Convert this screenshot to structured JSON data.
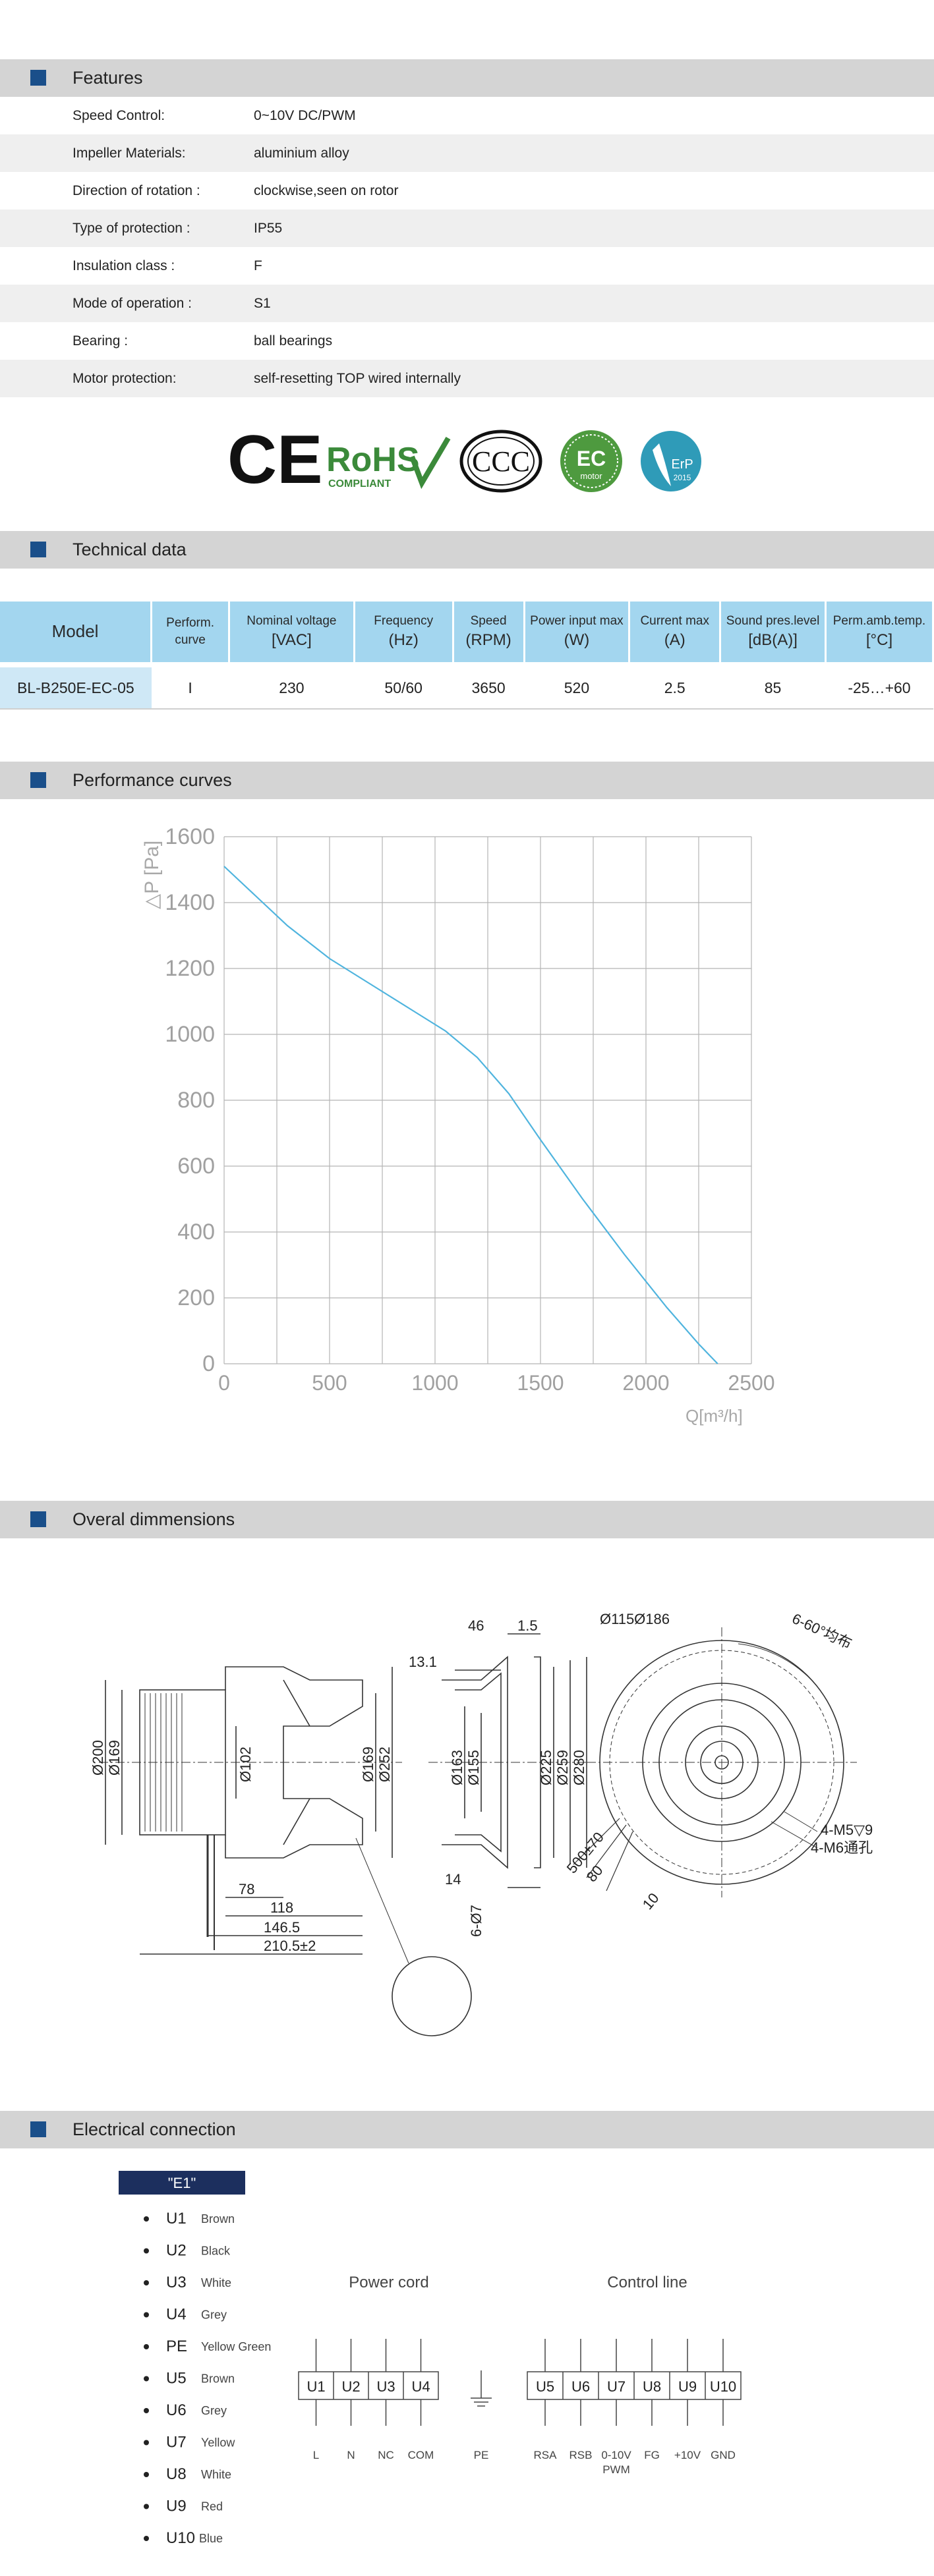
{
  "sections": {
    "features": "Features",
    "technical": "Technical data",
    "performance": "Performance curves",
    "dimensions": "Overal dimmensions",
    "electrical": "Electrical  connection"
  },
  "features": [
    {
      "label": "Speed Control:",
      "value": "0~10V DC/PWM"
    },
    {
      "label": "Impeller  Materials:",
      "value": "aluminium alloy"
    },
    {
      "label": "Direction  of  rotation  :",
      "value": "clockwise,seen on rotor"
    },
    {
      "label": "Type of protection  :",
      "value": "IP55"
    },
    {
      "label": "Insulation  class  :",
      "value": "F"
    },
    {
      "label": "Mode of operation  :",
      "value": "S1"
    },
    {
      "label": "Bearing :",
      "value": "ball  bearings"
    },
    {
      "label": "Motor protection:",
      "value": "self-resetting TOP wired internally"
    }
  ],
  "certs": {
    "ce": "CE",
    "rohs": "RoHS",
    "rohs_sub": "COMPLIANT",
    "ccc": "CCC",
    "ec": "EC",
    "ec_sub": "motor",
    "erp": "ErP",
    "erp_year": "2015"
  },
  "tech": {
    "headers": [
      {
        "l1": "Model",
        "l2": ""
      },
      {
        "l1": "Perform.",
        "l2": "curve"
      },
      {
        "l1": "Nominal  voltage",
        "l2": "[VAC]"
      },
      {
        "l1": "Frequency",
        "l2": "(Hz)"
      },
      {
        "l1": "Speed",
        "l2": "(RPM)"
      },
      {
        "l1": "Power input max",
        "l2": "(W)"
      },
      {
        "l1": "Current  max",
        "l2": "(A)"
      },
      {
        "l1": "Sound pres.level",
        "l2": "[dB(A)]"
      },
      {
        "l1": "Perm.amb.temp.",
        "l2": "[°C]"
      }
    ],
    "row": [
      "BL-B250E-EC-05",
      "I",
      "230",
      "50/60",
      "3650",
      "520",
      "2.5",
      "85",
      "-25…+60"
    ]
  },
  "chart_data": {
    "type": "line",
    "title": "",
    "xlabel": "Q[m³/h]",
    "ylabel": "△P [Pa]",
    "xlim": [
      0,
      2500
    ],
    "ylim": [
      0,
      1600
    ],
    "xticks": [
      "0",
      "500",
      "1000",
      "1500",
      "2000",
      "2500"
    ],
    "yticks": [
      "0",
      "200",
      "400",
      "600",
      "800",
      "1000",
      "1200",
      "1400",
      "1600"
    ],
    "grid": true,
    "color": "#4fb4de",
    "series": [
      {
        "x": [
          0,
          150,
          300,
          500,
          700,
          900,
          1050,
          1200,
          1350,
          1500,
          1700,
          1900,
          2100,
          2250,
          2340
        ],
        "y": [
          1510,
          1420,
          1330,
          1230,
          1150,
          1070,
          1010,
          930,
          820,
          680,
          500,
          330,
          170,
          60,
          0
        ]
      }
    ]
  },
  "dims": {
    "d200": "Ø200",
    "d169a": "Ø169",
    "d102": "Ø102",
    "d169b": "Ø169",
    "d252": "Ø252",
    "d163": "Ø163",
    "d155": "Ø155",
    "d225": "Ø225",
    "d259": "Ø259",
    "d280": "Ø280",
    "d46": "46",
    "d15": "1.5",
    "d131": "13.1",
    "d14": "14",
    "d6x7": "6-Ø7",
    "d78": "78",
    "d118": "118",
    "d1465": "146.5",
    "d2105": "210.5±2",
    "d115186": "Ø115Ø186",
    "d660": "6-60°均布",
    "d50070": "500±70",
    "d80": "80",
    "d10": "10",
    "m5": "4-M5▽9",
    "m6": "4-M6通孔"
  },
  "elec": {
    "badge": "\"E1\"",
    "wires": [
      {
        "code": "U1",
        "color": "Brown"
      },
      {
        "code": "U2",
        "color": "Black"
      },
      {
        "code": "U3",
        "color": "White"
      },
      {
        "code": "U4",
        "color": "Grey"
      },
      {
        "code": "PE",
        "color": "Yellow Green"
      },
      {
        "code": "U5",
        "color": "Brown"
      },
      {
        "code": "U6",
        "color": "Grey"
      },
      {
        "code": "U7",
        "color": "Yellow"
      },
      {
        "code": "U8",
        "color": "White"
      },
      {
        "code": "U9",
        "color": "Red"
      },
      {
        "code": "U10",
        "color": "Blue"
      }
    ],
    "power_title": "Power cord",
    "control_title": "Control line",
    "power_boxes": [
      "U1",
      "U2",
      "U3",
      "U4"
    ],
    "power_labels": [
      "L",
      "N",
      "NC",
      "COM"
    ],
    "pe_label": "PE",
    "control_boxes": [
      "U5",
      "U6",
      "U7",
      "U8",
      "U9",
      "U10"
    ],
    "control_labels": [
      "RSA",
      "RSB",
      "0-10V",
      "FG",
      "+10V",
      "GND"
    ],
    "control_sub": "PWM"
  }
}
